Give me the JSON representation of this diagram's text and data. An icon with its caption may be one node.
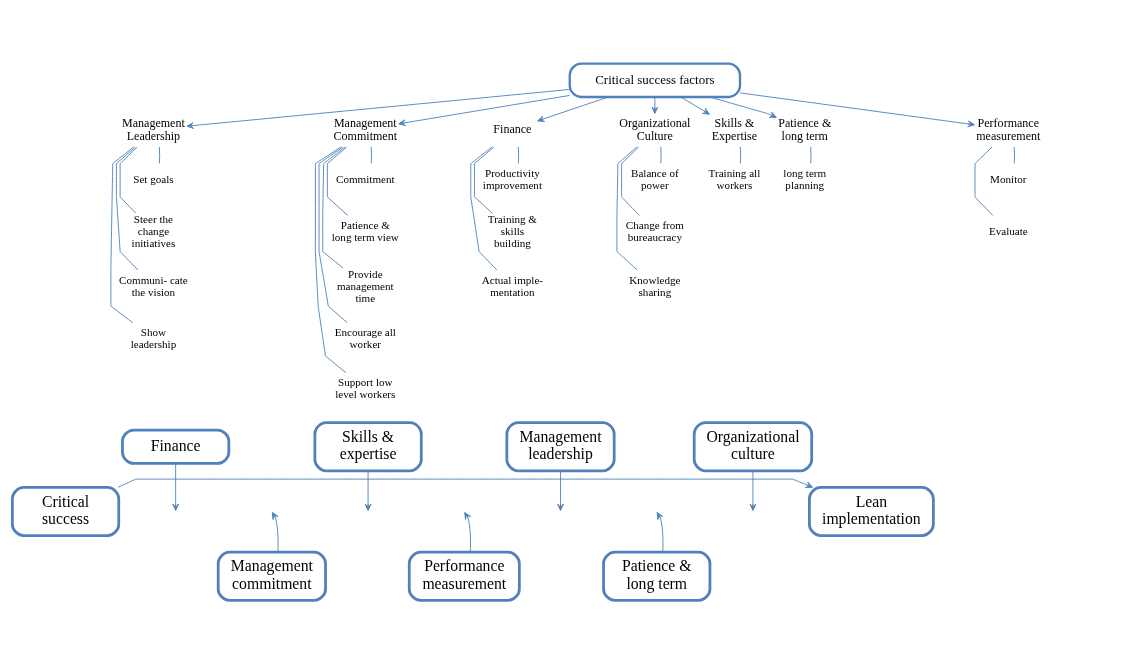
{
  "diagram": {
    "nodes": [
      {
        "text": [
          "Critical success factors"
        ]
      },
      {
        "text": [
          "Management Leadership"
        ]
      },
      {
        "text": [
          "Management Commitment"
        ]
      },
      {
        "text": [
          "Finance"
        ]
      },
      {
        "text": [
          "Organizational Culture"
        ]
      },
      {
        "text": [
          "Skills & Expertise"
        ]
      },
      {
        "text": [
          "Patience & long term"
        ]
      },
      {
        "text": [
          "Performance measurement"
        ]
      },
      {
        "text": [
          "Set goals"
        ]
      },
      {
        "text": [
          "Steer the change initiatives"
        ]
      },
      {
        "text": [
          "Communi- cate the vision"
        ]
      },
      {
        "text": [
          "Show leadership"
        ]
      },
      {
        "text": [
          "Commitment"
        ]
      },
      {
        "text": [
          "Patience & long term view"
        ]
      },
      {
        "text": [
          "Provide management time"
        ]
      },
      {
        "text": [
          "Encourage all worker"
        ]
      },
      {
        "text": [
          "Support low level workers"
        ]
      },
      {
        "text": [
          "Productivity improvement"
        ]
      },
      {
        "text": [
          "Training & skills building"
        ]
      },
      {
        "text": [
          "Actual imple- mentation"
        ]
      },
      {
        "text": [
          "Balance of power"
        ]
      },
      {
        "text": [
          "Change from bureaucracy"
        ]
      },
      {
        "text": [
          "Knowledge sharing"
        ]
      },
      {
        "text": [
          "Training all workers"
        ]
      },
      {
        "text": [
          "long term planning"
        ]
      },
      {
        "text": [
          "Monitor"
        ]
      },
      {
        "text": [
          "Evaluate"
        ]
      },
      {
        "text": [
          "Critical success"
        ]
      },
      {
        "text": [
          "Finance"
        ]
      },
      {
        "text": [
          "Skills & expertise"
        ]
      },
      {
        "text": [
          "Management leadership"
        ]
      },
      {
        "text": [
          "Organizational culture"
        ]
      },
      {
        "text": [
          "Management commitment"
        ]
      },
      {
        "text": [
          "Performance measurement"
        ]
      },
      {
        "text": [
          "Patience & long term"
        ]
      },
      {
        "text": [
          "Lean implementation"
        ]
      }
    ],
    "edges": [
      {
        "from": 0,
        "to": 1,
        "arrow": "to"
      },
      {
        "from": 0,
        "to": 2,
        "arrow": "to"
      },
      {
        "from": 0,
        "to": 3,
        "arrow": "to"
      },
      {
        "from": 0,
        "to": 4,
        "arrow": "to"
      },
      {
        "from": 0,
        "to": 5,
        "arrow": "to"
      },
      {
        "from": 0,
        "to": 6,
        "arrow": "to"
      },
      {
        "from": 0,
        "to": 7,
        "arrow": "to"
      },
      {
        "from": 1,
        "to": 8,
        "arrow": "none"
      },
      {
        "from": 1,
        "to": 9,
        "arrow": "none"
      },
      {
        "from": 1,
        "to": 10,
        "arrow": "none"
      },
      {
        "from": 1,
        "to": 11,
        "arrow": "none"
      },
      {
        "from": 2,
        "to": 12,
        "arrow": "none"
      },
      {
        "from": 2,
        "to": 13,
        "arrow": "none"
      },
      {
        "from": 2,
        "to": 14,
        "arrow": "none"
      },
      {
        "from": 2,
        "to": 15,
        "arrow": "none"
      },
      {
        "from": 2,
        "to": 16,
        "arrow": "none"
      },
      {
        "from": 3,
        "to": 17,
        "arrow": "none"
      },
      {
        "from": 3,
        "to": 18,
        "arrow": "none"
      },
      {
        "from": 3,
        "to": 19,
        "arrow": "none"
      },
      {
        "from": 4,
        "to": 20,
        "arrow": "none"
      },
      {
        "from": 4,
        "to": 21,
        "arrow": "none"
      },
      {
        "from": 4,
        "to": 22,
        "arrow": "none"
      },
      {
        "from": 5,
        "to": 23,
        "arrow": "none"
      },
      {
        "from": 6,
        "to": 24,
        "arrow": "none"
      },
      {
        "from": 7,
        "to": 25,
        "arrow": "none"
      },
      {
        "from": 7,
        "to": 26,
        "arrow": "none"
      },
      {
        "from": 27,
        "to": 35,
        "arrow": "to"
      },
      {
        "from": 28,
        "to": null,
        "arrow": "to"
      },
      {
        "from": 32,
        "to": null,
        "arrow": "to"
      },
      {
        "from": 29,
        "to": null,
        "arrow": "to"
      },
      {
        "from": 33,
        "to": null,
        "arrow": "to"
      },
      {
        "from": 30,
        "to": null,
        "arrow": "to"
      },
      {
        "from": 34,
        "to": null,
        "arrow": "to"
      },
      {
        "from": 31,
        "to": null,
        "arrow": "to"
      }
    ]
  }
}
